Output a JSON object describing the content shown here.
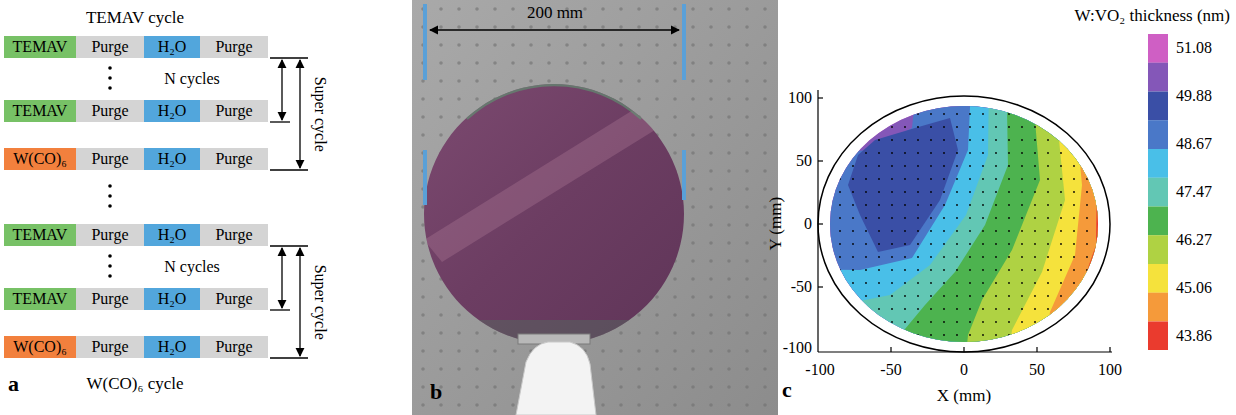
{
  "diagram": {
    "nodes": [
      {
        "text": [
          "TEMAV"
        ]
      },
      {
        "text": [
          "Purge"
        ]
      },
      {
        "text": [
          "H₂O"
        ]
      },
      {
        "text": [
          "Purge"
        ]
      },
      {
        "text": [
          "TEMAV"
        ]
      },
      {
        "text": [
          "Purge"
        ]
      },
      {
        "text": [
          "H₂O"
        ]
      },
      {
        "text": [
          "Purge"
        ]
      },
      {
        "text": [
          "W(CO)₆"
        ]
      },
      {
        "text": [
          "Purge"
        ]
      },
      {
        "text": [
          "H₂O"
        ]
      },
      {
        "text": [
          "Purge"
        ]
      },
      {
        "text": [
          "TEMAV"
        ]
      },
      {
        "text": [
          "Purge"
        ]
      },
      {
        "text": [
          "H₂O"
        ]
      },
      {
        "text": [
          "Purge"
        ]
      },
      {
        "text": [
          "TEMAV"
        ]
      },
      {
        "text": [
          "Purge"
        ]
      },
      {
        "text": [
          "H₂O"
        ]
      },
      {
        "text": [
          "Purge"
        ]
      },
      {
        "text": [
          "W(CO)₆"
        ]
      },
      {
        "text": [
          "Purge"
        ]
      },
      {
        "text": [
          "H₂O"
        ]
      },
      {
        "text": [
          "Purge"
        ]
      }
    ],
    "labels": [
      "TEMAV cycle",
      "N cycles",
      "Super cycle",
      "N cycles",
      "Super cycle",
      "W(CO)₆ cycle",
      "a",
      "200 mm",
      "b",
      "W:VO₂ thickness (nm)",
      "51.08",
      "49.88",
      "48.67",
      "47.47",
      "46.27",
      "45.06",
      "43.86",
      "100",
      "50",
      "0",
      "-50",
      "-100",
      "-100",
      "-50",
      "0",
      "50",
      "100",
      "Y (mm)",
      "X (mm)",
      "c"
    ]
  }
}
